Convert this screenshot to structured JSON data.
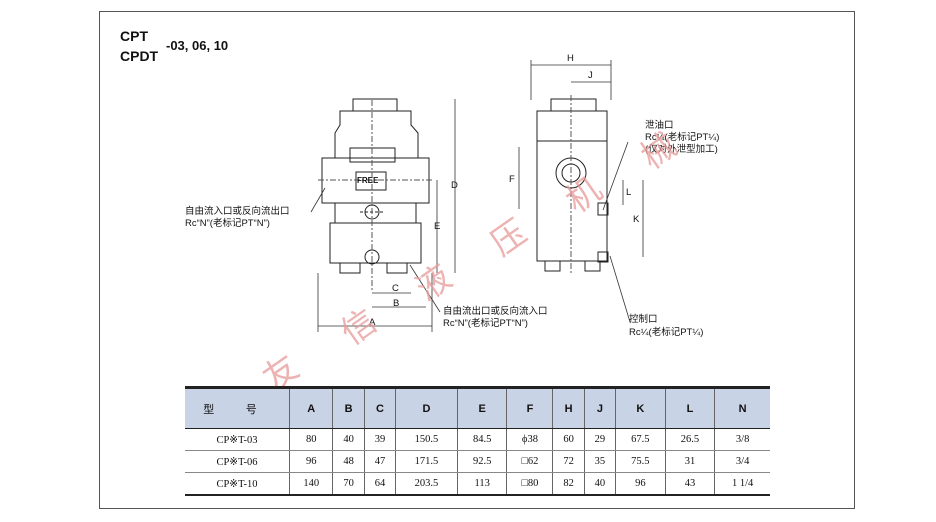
{
  "title": {
    "line1": "CPT",
    "line2": "CPDT",
    "sizes": "-03, 06, 10"
  },
  "labels": {
    "left_port_line1": "自由流入口或反向流出口",
    "left_port_line2": "Rc“N”(老标记PT“N”)",
    "bottom_port_line1": "自由流出口或反向流入口",
    "bottom_port_line2": "Rc“N”(老标记PT“N”)",
    "drain_line1": "泄油口",
    "drain_line2": "Rc¼(老标记PT¼)",
    "drain_line3": "(仅对外泄型加工)",
    "control_line1": "控制口",
    "control_line2": "Rc¼(老标记PT¼)",
    "free": "FREE"
  },
  "dims": {
    "A": "A",
    "B": "B",
    "C": "C",
    "D": "D",
    "E": "E",
    "F": "F",
    "H": "H",
    "J": "J",
    "K": "K",
    "L": "L"
  },
  "watermark": [
    "友",
    "信",
    "液",
    "压",
    "机",
    "械"
  ],
  "table": {
    "headers": [
      "型 号",
      "A",
      "B",
      "C",
      "D",
      "E",
      "F",
      "H",
      "J",
      "K",
      "L",
      "N"
    ],
    "rows": [
      [
        "CP※T-03",
        "80",
        "40",
        "39",
        "150.5",
        "84.5",
        "ϕ38",
        "60",
        "29",
        "67.5",
        "26.5",
        "3/8"
      ],
      [
        "CP※T-06",
        "96",
        "48",
        "47",
        "171.5",
        "92.5",
        "□62",
        "72",
        "35",
        "75.5",
        "31",
        "3/4"
      ],
      [
        "CP※T-10",
        "140",
        "70",
        "64",
        "203.5",
        "113",
        "□80",
        "82",
        "40",
        "96",
        "43",
        "1 1/4"
      ]
    ]
  }
}
